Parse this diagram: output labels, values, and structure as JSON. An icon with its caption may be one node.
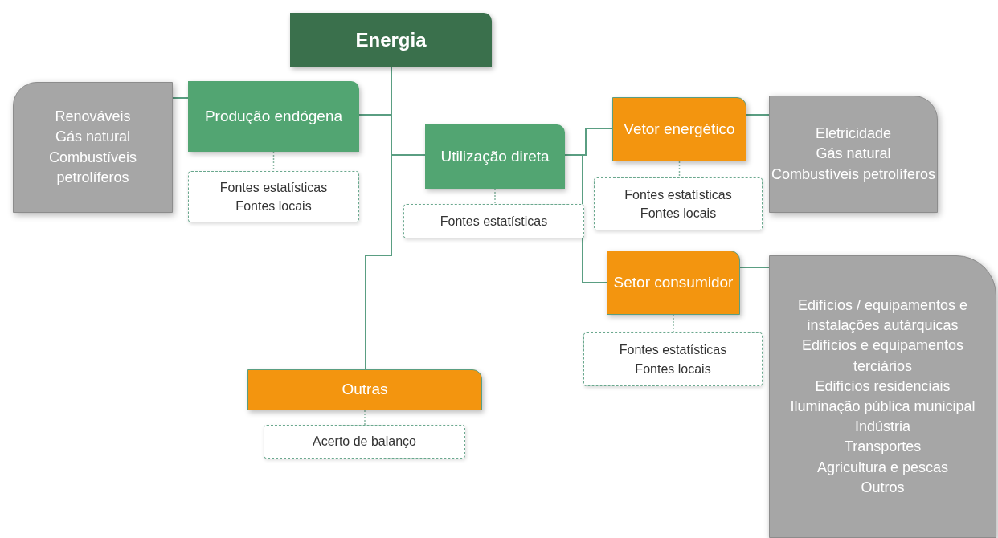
{
  "diagram": {
    "nodes": [
      {
        "text": [
          "Energia"
        ]
      },
      {
        "text": [
          "Renováveis",
          "Gás natural",
          "Combustíveis petrolíferos"
        ]
      },
      {
        "text": [
          "Produção endógena"
        ]
      },
      {
        "text": [
          "Fontes estatísticas",
          "Fontes locais"
        ]
      },
      {
        "text": [
          "Utilização direta"
        ]
      },
      {
        "text": [
          "Fontes estatísticas"
        ]
      },
      {
        "text": [
          "Vetor energético"
        ]
      },
      {
        "text": [
          "Fontes estatísticas",
          "Fontes locais"
        ]
      },
      {
        "text": [
          "Eletricidade",
          "Gás natural",
          "Combustíveis petrolíferos"
        ]
      },
      {
        "text": [
          "Setor consumidor"
        ]
      },
      {
        "text": [
          "Fontes estatísticas",
          "Fontes locais"
        ]
      },
      {
        "text": [
          "Edifícios / equipamentos e instalações autárquicas",
          "Edifícios e equipamentos terciários",
          "Edifícios residenciais",
          "Iluminação pública municipal",
          "Indústria",
          "Transportes",
          "Agricultura e pescas",
          "Outros"
        ]
      },
      {
        "text": [
          "Outras"
        ]
      },
      {
        "text": [
          "Acerto de balanço"
        ]
      }
    ],
    "edges": [
      {
        "from": 0,
        "to": 2,
        "arrow": "none"
      },
      {
        "from": 0,
        "to": 4,
        "arrow": "none"
      },
      {
        "from": 0,
        "to": 12,
        "arrow": "none"
      },
      {
        "from": 2,
        "to": 1,
        "arrow": "none"
      },
      {
        "from": 2,
        "to": 3,
        "arrow": "none",
        "style": "dashed"
      },
      {
        "from": 4,
        "to": 6,
        "arrow": "none"
      },
      {
        "from": 4,
        "to": 9,
        "arrow": "none"
      },
      {
        "from": 4,
        "to": 5,
        "arrow": "none",
        "style": "dashed"
      },
      {
        "from": 6,
        "to": 8,
        "arrow": "none"
      },
      {
        "from": 6,
        "to": 7,
        "arrow": "none",
        "style": "dashed"
      },
      {
        "from": 9,
        "to": 11,
        "arrow": "none"
      },
      {
        "from": 9,
        "to": 10,
        "arrow": "none",
        "style": "dashed"
      },
      {
        "from": 12,
        "to": 13,
        "arrow": "none",
        "style": "dashed"
      }
    ]
  }
}
